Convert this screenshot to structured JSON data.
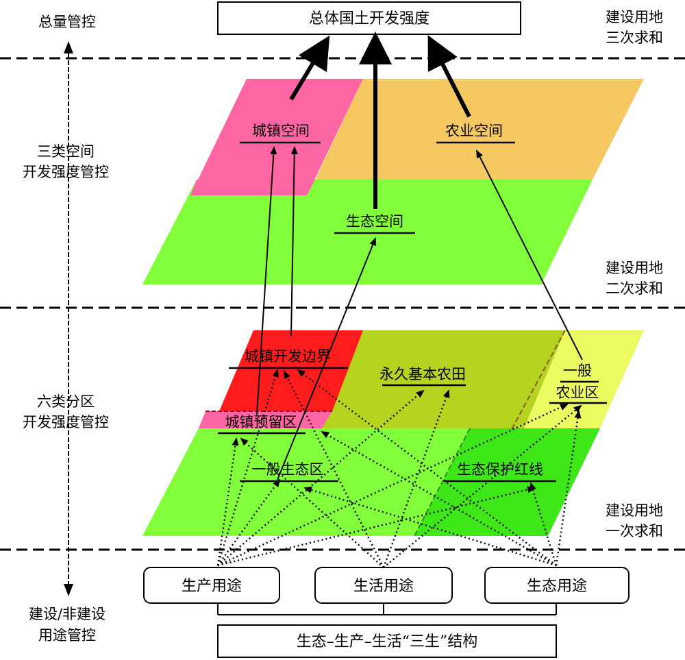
{
  "top_box": "总体国土开发强度",
  "left_labels": {
    "total": "总量管控",
    "three_space": [
      "三类空间",
      "开发强度管控"
    ],
    "six_zone": [
      "六类分区",
      "开发强度管控"
    ],
    "use": [
      "建设/非建设",
      "用途管控"
    ]
  },
  "right_labels": {
    "sum3": [
      "建设用地",
      "三次求和"
    ],
    "sum2": [
      "建设用地",
      "二次求和"
    ],
    "sum1": [
      "建设用地",
      "一次求和"
    ]
  },
  "three_spaces": {
    "urban": "城镇空间",
    "agri": "农业空间",
    "eco": "生态空间"
  },
  "six_zones": {
    "urban_boundary": "城镇开发边界",
    "farmland": "永久基本农田",
    "general_agri": [
      "一般",
      "农业区"
    ],
    "urban_reserve": "城镇预留区",
    "general_eco": "一般生态区",
    "eco_redline": "生态保护红线"
  },
  "uses": {
    "production": "生产用途",
    "living": "生活用途",
    "ecology": "生态用途"
  },
  "bottom_box": "生态–生产–生活“三生”结构",
  "colors": {
    "urban_space": "#ff66a3",
    "agri_space": "#f5c862",
    "eco_space": "#80ff3a",
    "urban_boundary": "#ff1c1c",
    "farmland": "#b5d31f",
    "general_agri": "#ecfa62",
    "urban_reserve": "#ff66a3",
    "general_eco": "#80ff3a",
    "eco_redline": "#3ee818"
  }
}
